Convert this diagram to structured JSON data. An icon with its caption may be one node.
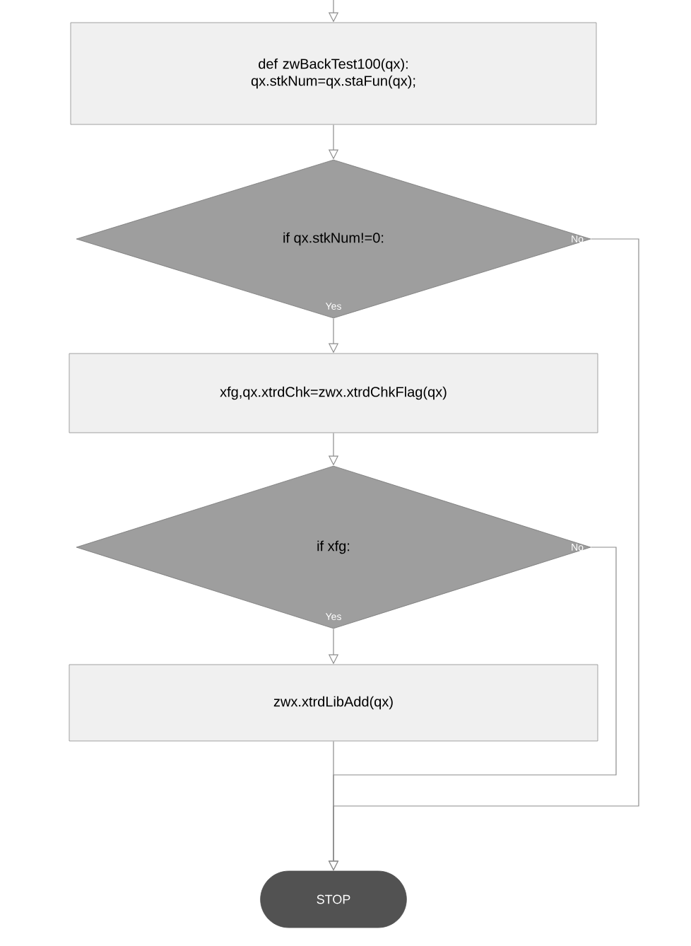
{
  "diagram": {
    "nodes": [
      {
        "text": [
          "def zwBackTest100(qx): qx.stkNum=qx.staFun(qx);"
        ]
      },
      {
        "text": [
          "if qx.stkNum!=0:"
        ]
      },
      {
        "text": [
          "xfg,qx.xtrdChk=zwx.xtrdChkFlag(qx)"
        ]
      },
      {
        "text": [
          "if xfg:"
        ]
      },
      {
        "text": [
          "zwx.xtrdLibAdd(qx)"
        ]
      },
      {
        "text": [
          "STOP"
        ]
      }
    ],
    "edges": [
      {
        "from": null,
        "to": 0,
        "arrow": "to"
      },
      {
        "from": 0,
        "to": 1,
        "arrow": "to"
      },
      {
        "from": 1,
        "to": 2,
        "arrow": "to",
        "label": "Yes"
      },
      {
        "from": 1,
        "to": 5,
        "arrow": "to",
        "label": "No"
      },
      {
        "from": 2,
        "to": 3,
        "arrow": "to"
      },
      {
        "from": 3,
        "to": 4,
        "arrow": "to",
        "label": "Yes"
      },
      {
        "from": 3,
        "to": 5,
        "arrow": "to",
        "label": "No"
      },
      {
        "from": 4,
        "to": 5,
        "arrow": "to"
      }
    ]
  }
}
